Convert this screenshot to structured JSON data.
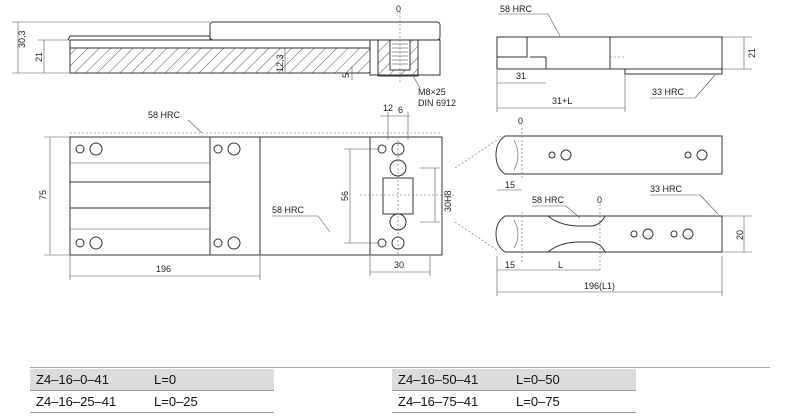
{
  "dimensions": {
    "d0_top": "0",
    "d30_3": "30,3",
    "d21_left": "21",
    "d12_3": "12,3",
    "d5": "5",
    "screw": "M8×25",
    "din": "DIN 6912",
    "hrc58_top": "58 HRC",
    "d21_right": "21",
    "d31": "31",
    "d31L": "31+L",
    "hrc33_top": "33 HRC",
    "hrc58_front": "58 HRC",
    "d12": "12",
    "d6": "6",
    "d75": "75",
    "d56": "56",
    "d30H8": "30H8",
    "hrc58_inner": "58 HRC",
    "d196": "196",
    "d30": "30",
    "d0_mid": "0",
    "d15_a": "15",
    "hrc58_lower": "58 HRC",
    "d0_lower": "0",
    "hrc33_lower": "33 HRC",
    "d20": "20",
    "d15_b": "15",
    "dL": "L",
    "d196L1": "196(L1)"
  },
  "table": {
    "left": [
      {
        "code": "Z4–16–0–41",
        "length": "L=0"
      },
      {
        "code": "Z4–16–25–41",
        "length": "L=0–25"
      }
    ],
    "right": [
      {
        "code": "Z4–16–50–41",
        "length": "L=0–50"
      },
      {
        "code": "Z4–16–75–41",
        "length": "L=0–75"
      }
    ]
  }
}
